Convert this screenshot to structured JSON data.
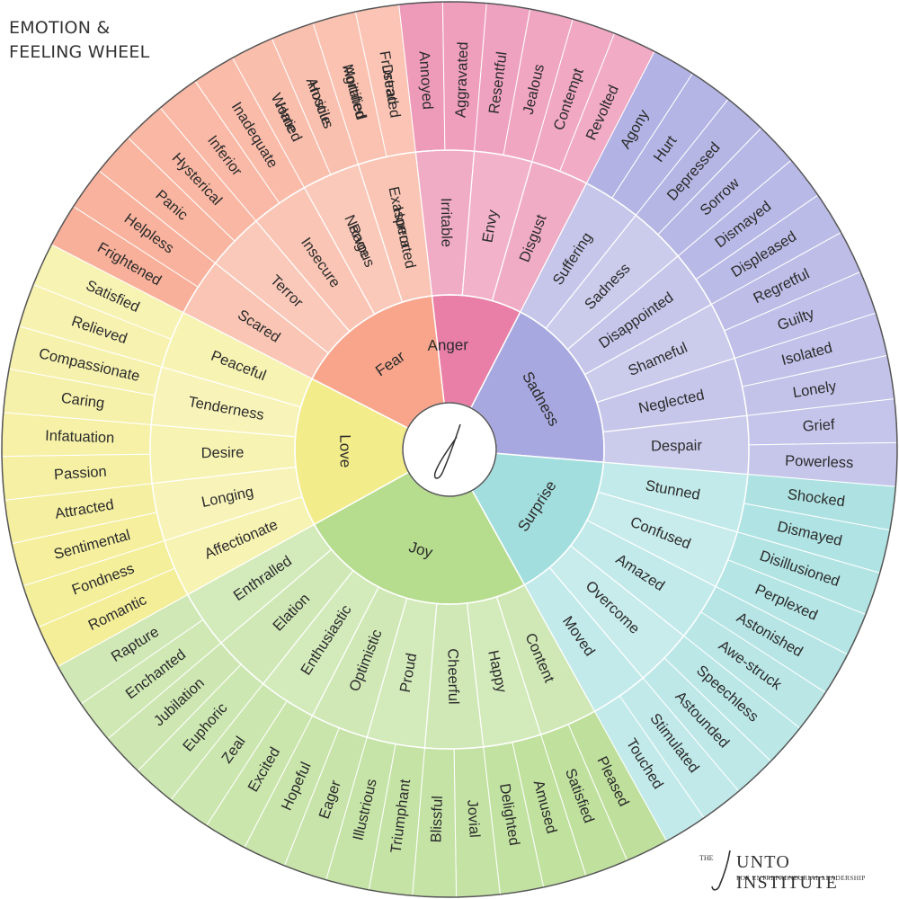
{
  "title_lines": [
    "EMOTION &",
    "FEELING WHEEL"
  ],
  "logo": {
    "prefix": "THE",
    "name": "UNTO INSTITUTE",
    "tagline": "FOR ENTREPRENEURIAL LEADERSHIP"
  },
  "wheel": [
    {
      "name": "Anger",
      "color": "#e97fa6",
      "children": [
        {
          "name": "Rage",
          "outer": [
            "Hate",
            "Hostile"
          ]
        },
        {
          "name": "Exasperated",
          "outer": [
            "Agitated",
            "Frustrated"
          ]
        },
        {
          "name": "Irritable",
          "outer": [
            "Annoyed",
            "Aggravated"
          ]
        },
        {
          "name": "Envy",
          "outer": [
            "Resentful",
            "Jealous"
          ]
        },
        {
          "name": "Disgust",
          "outer": [
            "Contempt",
            "Revolted"
          ]
        }
      ]
    },
    {
      "name": "Sadness",
      "color": "#a8a8e0",
      "children": [
        {
          "name": "Suffering",
          "outer": [
            "Agony",
            "Hurt"
          ]
        },
        {
          "name": "Sadness",
          "outer": [
            "Depressed",
            "Sorrow"
          ]
        },
        {
          "name": "Disappointed",
          "outer": [
            "Dismayed",
            "Displeased"
          ]
        },
        {
          "name": "Shameful",
          "outer": [
            "Regretful",
            "Guilty"
          ]
        },
        {
          "name": "Neglected",
          "outer": [
            "Isolated",
            "Lonely"
          ]
        },
        {
          "name": "Despair",
          "outer": [
            "Grief",
            "Powerless"
          ]
        }
      ]
    },
    {
      "name": "Surprise",
      "color": "#a3dede",
      "children": [
        {
          "name": "Stunned",
          "outer": [
            "Shocked",
            "Dismayed"
          ]
        },
        {
          "name": "Confused",
          "outer": [
            "Disillusioned",
            "Perplexed"
          ]
        },
        {
          "name": "Amazed",
          "outer": [
            "Astonished",
            "Awe-struck"
          ]
        },
        {
          "name": "Overcome",
          "outer": [
            "Speechless",
            "Astounded"
          ]
        },
        {
          "name": "Moved",
          "outer": [
            "Stimulated",
            "Touched"
          ]
        }
      ]
    },
    {
      "name": "Joy",
      "color": "#b6dc8e",
      "children": [
        {
          "name": "Content",
          "outer": [
            "Pleased",
            "Satisfied"
          ]
        },
        {
          "name": "Happy",
          "outer": [
            "Amused",
            "Delighted"
          ]
        },
        {
          "name": "Cheerful",
          "outer": [
            "Jovial",
            "Blissful"
          ]
        },
        {
          "name": "Proud",
          "outer": [
            "Triumphant",
            "Illustrious"
          ]
        },
        {
          "name": "Optimistic",
          "outer": [
            "Eager",
            "Hopeful"
          ]
        },
        {
          "name": "Enthusiastic",
          "outer": [
            "Excited",
            "Zeal"
          ]
        },
        {
          "name": "Elation",
          "outer": [
            "Euphoric",
            "Jubilation"
          ]
        },
        {
          "name": "Enthralled",
          "outer": [
            "Enchanted",
            "Rapture"
          ]
        }
      ]
    },
    {
      "name": "Love",
      "color": "#f3ec8a",
      "children": [
        {
          "name": "Affectionate",
          "outer": [
            "Romantic",
            "Fondness"
          ]
        },
        {
          "name": "Longing",
          "outer": [
            "Sentimental",
            "Attracted"
          ]
        },
        {
          "name": "Desire",
          "outer": [
            "Passion",
            "Infatuation"
          ]
        },
        {
          "name": "Tenderness",
          "outer": [
            "Caring",
            "Compassionate"
          ]
        },
        {
          "name": "Peaceful",
          "outer": [
            "Relieved",
            "Satisfied"
          ]
        }
      ]
    },
    {
      "name": "Fear",
      "color": "#f8a58c",
      "children": [
        {
          "name": "Scared",
          "outer": [
            "Frightened",
            "Helpless"
          ]
        },
        {
          "name": "Terror",
          "outer": [
            "Panic",
            "Hysterical"
          ]
        },
        {
          "name": "Insecure",
          "outer": [
            "Inferior",
            "Inadequate"
          ]
        },
        {
          "name": "Nervous",
          "outer": [
            "Worried",
            "Anxious"
          ]
        },
        {
          "name": "Horror",
          "outer": [
            "Mortified",
            "Dread"
          ]
        }
      ]
    }
  ]
}
